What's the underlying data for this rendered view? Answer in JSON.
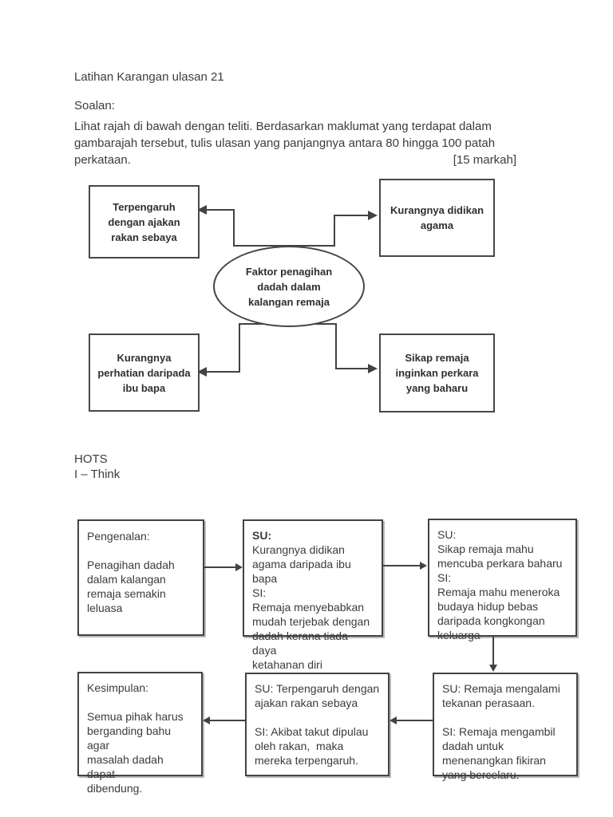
{
  "theme": {
    "ink_color": "#3c3c3c",
    "border_color": "#474747",
    "background_color": "#ffffff"
  },
  "header": {
    "title": "Latihan Karangan ulasan 21",
    "soalan_label": "Soalan:",
    "instruction_line1": "Lihat rajah di bawah dengan teliti. Berdasarkan maklumat yang terdapat dalam",
    "instruction_line2": "gambarajah tersebut, tulis ulasan yang panjangnya antara 80 hingga 100 patah",
    "instruction_line3": "perkataan.",
    "marks": "[15 markah]"
  },
  "idea_map": {
    "center": "Faktor penagihan\ndadah dalam\nkalangan remaja",
    "top_left": "Terpengaruh\ndengan ajakan\nrakan sebaya",
    "top_right": "Kurangnya didikan\nagama",
    "bottom_left": "Kurangnya\nperhatian daripada\nibu bapa",
    "bottom_right": "Sikap remaja\ninginkan perkara\nyang baharu"
  },
  "section_labels": {
    "hots": "HOTS",
    "ithink": "I – Think"
  },
  "flowchart": {
    "intro": {
      "heading": "Pengenalan:",
      "body": "Penagihan dadah\ndalam kalangan\nremaja semakin\nleluasa"
    },
    "cause1": {
      "su_label": "SU:",
      "su_text": "Kurangnya didikan\nagama daripada ibu bapa",
      "si_label": "SI:",
      "si_text": "Remaja menyebabkan\nmudah terjebak dengan\ndadah kerana tiada daya\nketahanan diri"
    },
    "cause2": {
      "text": "SU:\nSikap remaja mahu\nmencuba perkara baharu\nSI:\nRemaja mahu meneroka\nbudaya hidup bebas\ndaripada kongkongan\nkeluarga"
    },
    "cause3": {
      "su_text": "SU: Remaja mengalami\ntekanan perasaan.",
      "si_text": "SI: Remaja mengambil\ndadah untuk\nmenenangkan fikiran\nyang bercelaru."
    },
    "cause4": {
      "su_text": "SU: Terpengaruh dengan\najakan rakan sebaya",
      "si_text": "SI: Akibat takut dipulau\noleh rakan,  maka\nmereka terpengaruh."
    },
    "conclusion": {
      "heading": "Kesimpulan:",
      "body": "Semua pihak harus\nberganding bahu agar\nmasalah dadah dapat\ndibendung."
    }
  }
}
